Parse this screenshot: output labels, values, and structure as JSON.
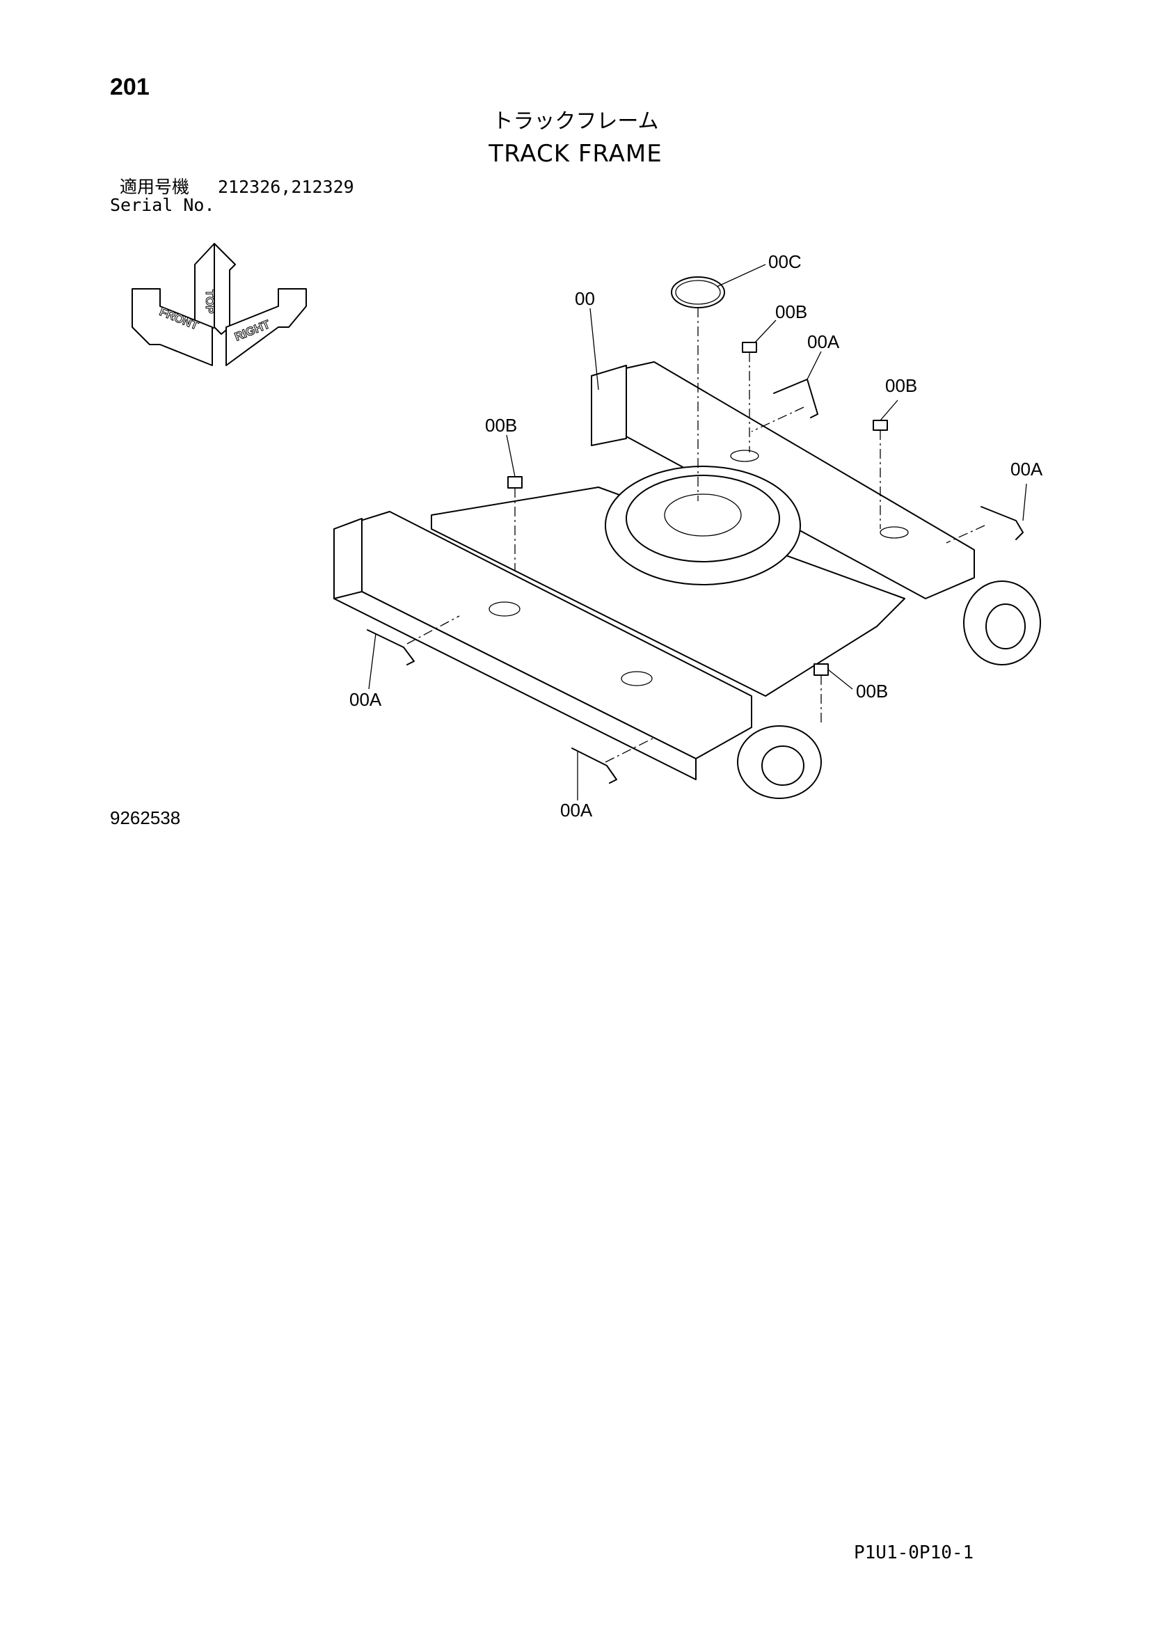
{
  "page_number": "201",
  "title_jp": "トラックフレーム",
  "title_en": "TRACK FRAME",
  "serial": {
    "label_jp": "適用号機",
    "values": "212326,212329",
    "label_en": "Serial No."
  },
  "orientation_labels": {
    "top": "TOP",
    "front": "FRONT",
    "right": "RIGHT"
  },
  "callouts": {
    "frame": "00",
    "cover_ring": "00C",
    "pad_b_top": "00B",
    "guard_a_top": "00A",
    "pad_b_right": "00B",
    "pad_b_left": "00B",
    "guard_a_right": "00A",
    "guard_a_left": "00A",
    "pad_b_bottom": "00B",
    "guard_a_bottom": "00A"
  },
  "figure_number": "9262538",
  "page_code": "P1U1-0P10-1"
}
